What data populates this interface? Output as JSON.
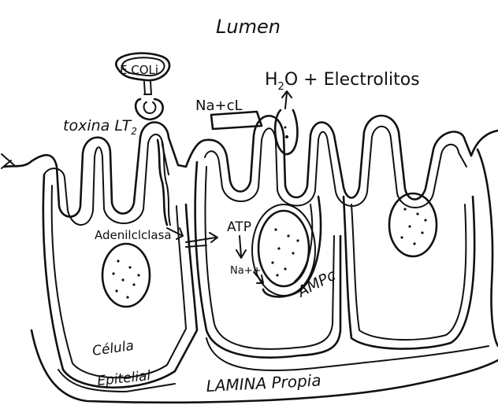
{
  "labels": {
    "lumen": "Lumen",
    "ecoli": "E.COLi",
    "toxina": "toxina LT",
    "toxina_sub": "2",
    "nacl": "Na+cL",
    "water": "H",
    "water_sub": "2",
    "water_rest": "O + Electrolitos",
    "adenilciclasa": "Adenilclclasa",
    "atp": "ATP",
    "nacl_ion": "Na++",
    "ampc": "AMPc",
    "celula_1": "Célula",
    "celula_2": "Epitelial",
    "lamina": "LAMINA Propia"
  },
  "colors": {
    "ink": "#111111",
    "paper": "#ffffff"
  }
}
